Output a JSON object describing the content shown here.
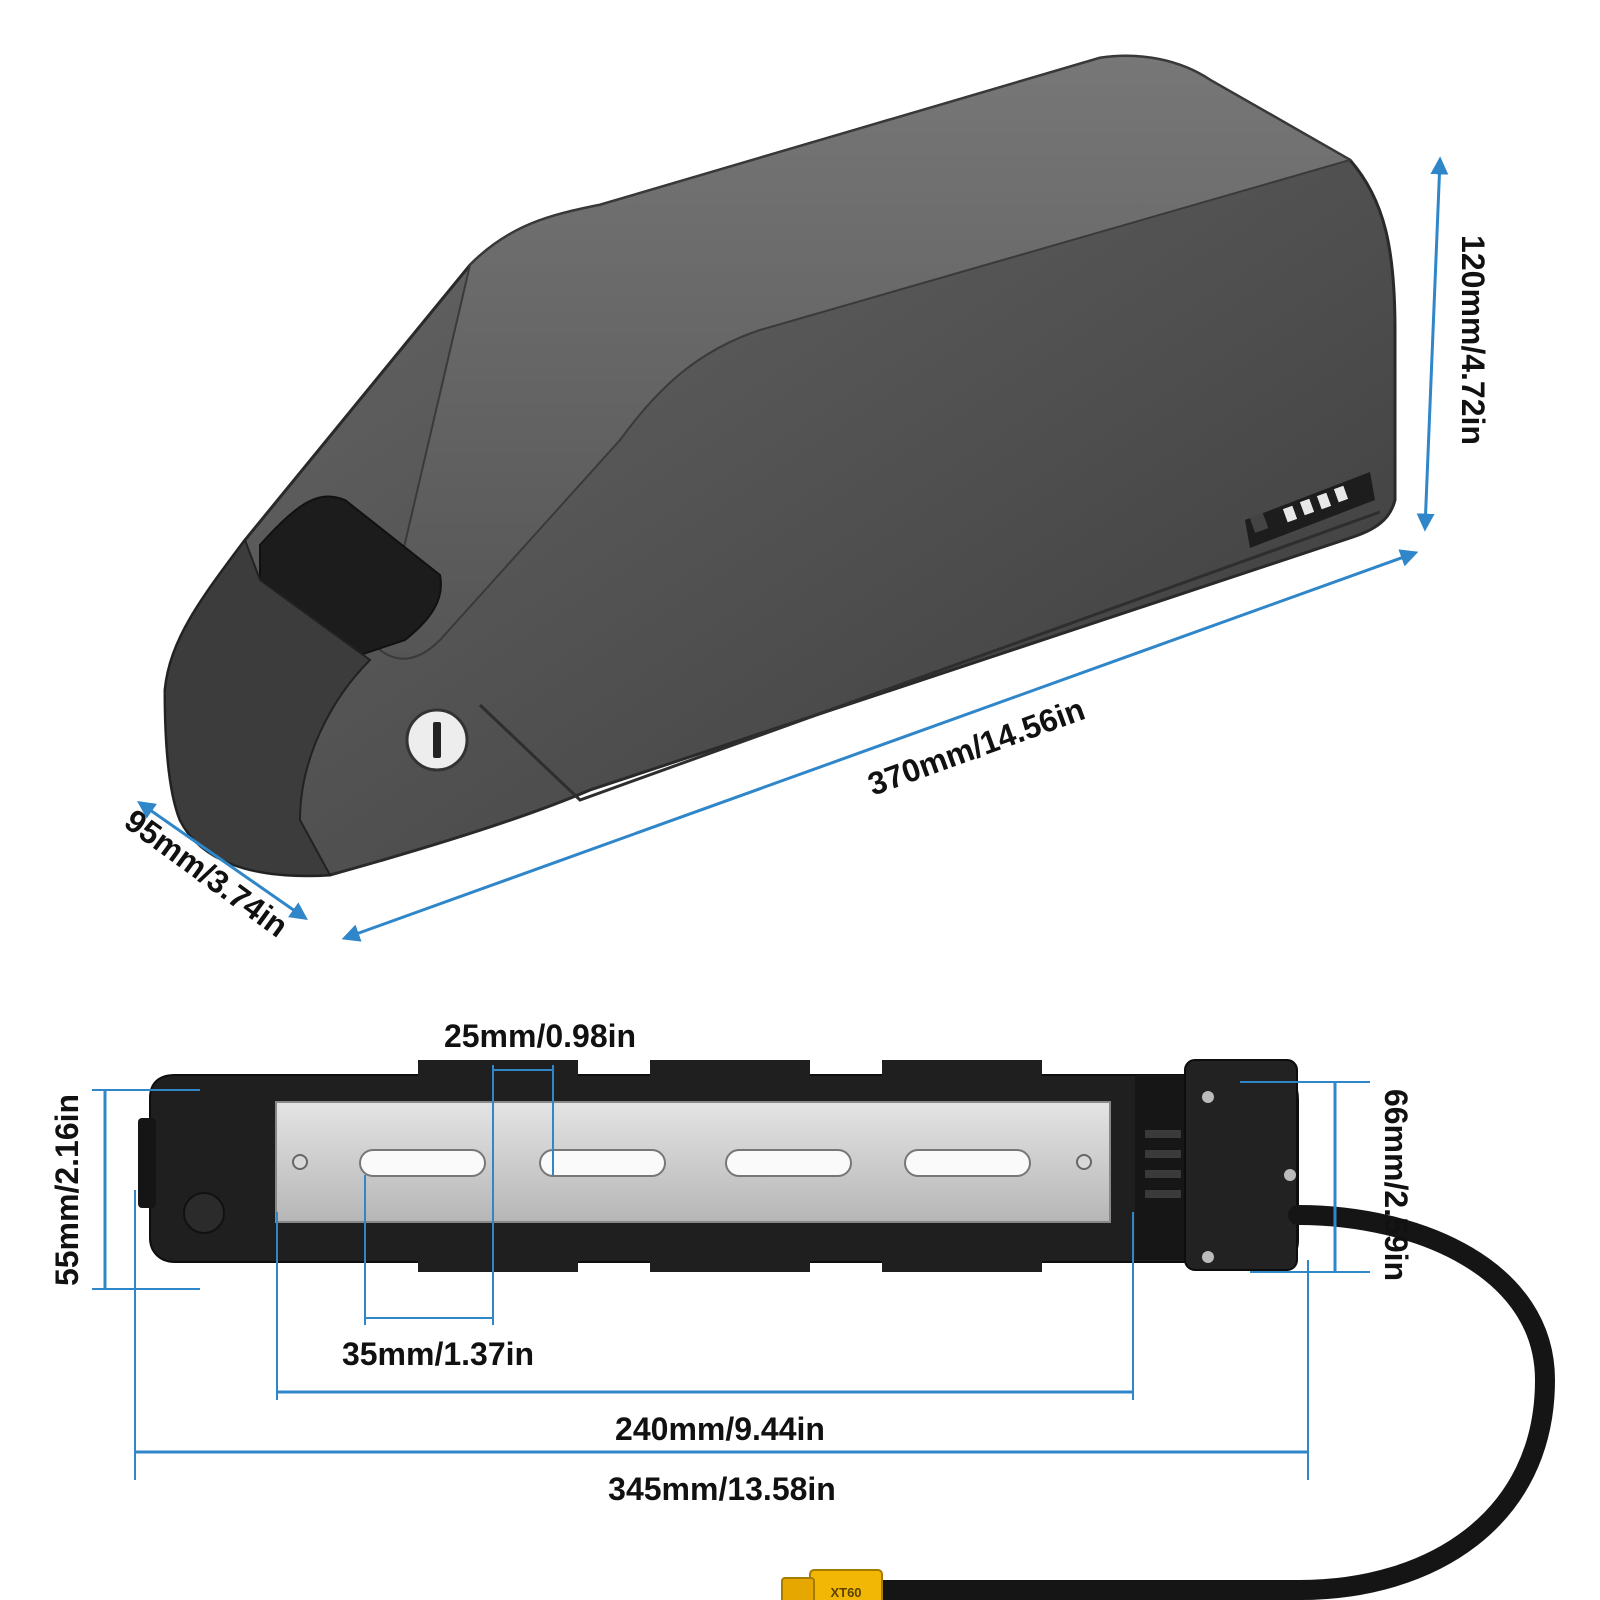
{
  "colors": {
    "dimension": "#2f86c9",
    "battery_body": "#505050",
    "battery_dark": "#1e1e1e",
    "rail": "#c8c8c8",
    "connector": "#f2b705",
    "text": "#111111"
  },
  "top_view": {
    "length_label": "370mm/14.56in",
    "width_label": "95mm/3.74in",
    "height_label": "120mm/4.72in"
  },
  "bottom_view": {
    "slot_width_label": "25mm/0.98in",
    "slot_spacing_label": "35mm/1.37in",
    "rail_length_label": "240mm/9.44in",
    "total_length_label": "345mm/13.58in",
    "left_height_label": "55mm/2.16in",
    "right_height_label": "66mm/2.59in",
    "connector_label": "XT60"
  },
  "icons": {
    "lock": "key-lock-icon",
    "battery_level": "battery-level-indicator-icon"
  }
}
